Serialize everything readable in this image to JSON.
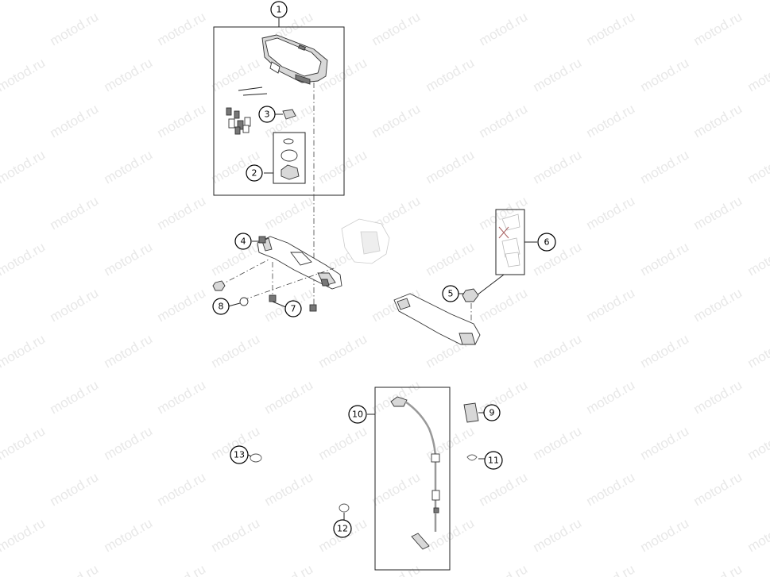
{
  "watermark": {
    "text": "motod.ru",
    "color": "#e8e8e8"
  },
  "callouts": [
    {
      "id": 1,
      "label": "1"
    },
    {
      "id": 2,
      "label": "2"
    },
    {
      "id": 3,
      "label": "3"
    },
    {
      "id": 4,
      "label": "4"
    },
    {
      "id": 5,
      "label": "5"
    },
    {
      "id": 6,
      "label": "6"
    },
    {
      "id": 7,
      "label": "7"
    },
    {
      "id": 8,
      "label": "8"
    },
    {
      "id": 9,
      "label": "9"
    },
    {
      "id": 10,
      "label": "10"
    },
    {
      "id": 11,
      "label": "11"
    },
    {
      "id": 12,
      "label": "12"
    },
    {
      "id": 13,
      "label": "13"
    }
  ]
}
